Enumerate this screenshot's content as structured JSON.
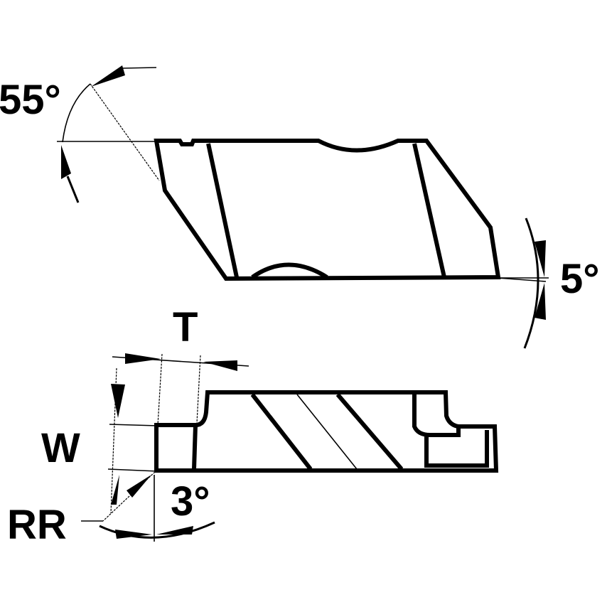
{
  "diagram": {
    "type": "cutting-insert-technical-drawing",
    "colors": {
      "line": "#000000",
      "background": "#ffffff"
    },
    "top_view": {
      "angle_left_label": "55°",
      "angle_right_label": "5°"
    },
    "side_view": {
      "dimension_t_label": "T",
      "dimension_w_label": "W",
      "corner_label": "RR",
      "angle_label": "3°"
    }
  }
}
